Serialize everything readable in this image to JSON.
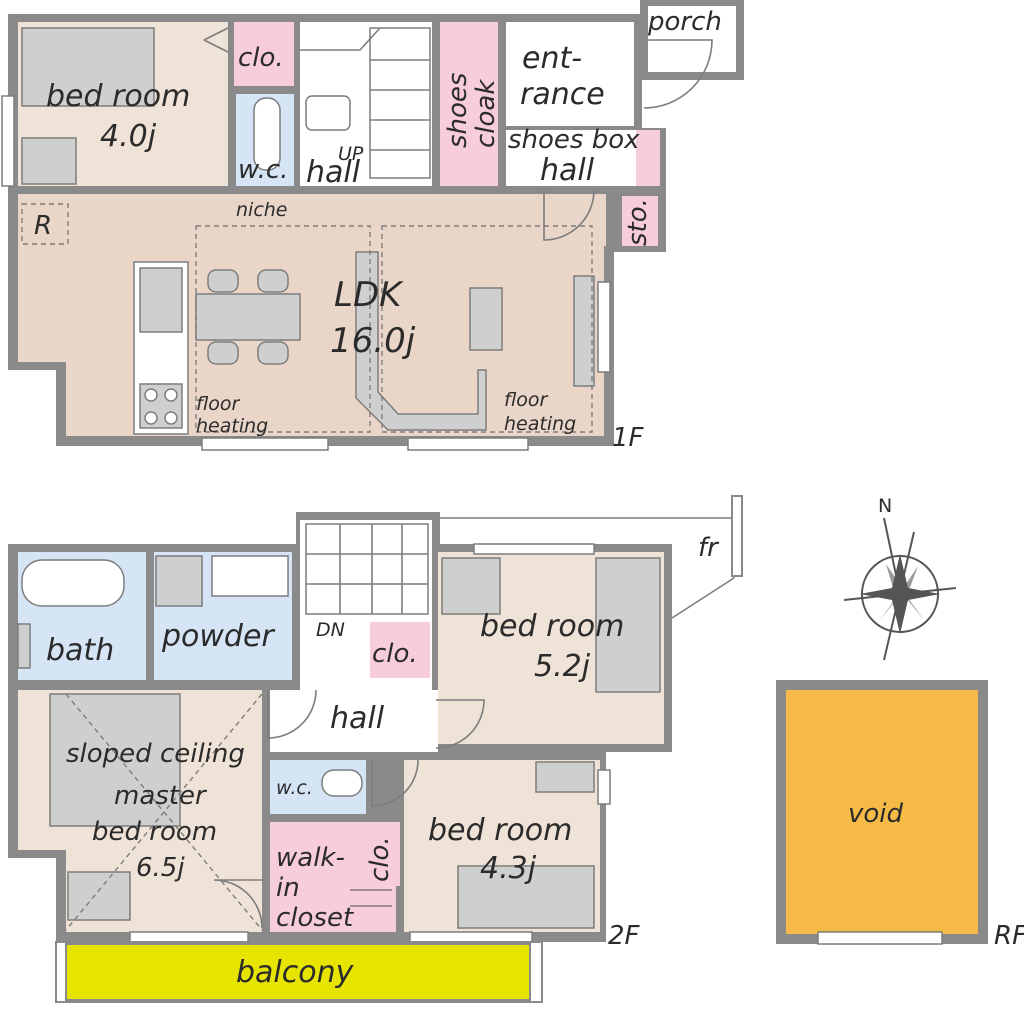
{
  "colors": {
    "bedroom": "#efe2d6",
    "ldk": "#ead6c8",
    "pink": "#f7ccdc",
    "blue": "#d5e5f6",
    "hall": "#ffffff",
    "wall": "#8a8a8a",
    "balcony": "#e7e400",
    "void": "#f6bb46",
    "compass": "#555555"
  },
  "floor1": {
    "label": "1F",
    "porch": "porch",
    "bedroom_name": "bed room",
    "bedroom_size": "4.0j",
    "clo": "clo.",
    "wc": "w.c.",
    "up": "UP",
    "hall_left": "hall",
    "shoes_cloak_1": "shoes",
    "shoes_cloak_2": "cloak",
    "entrance_1": "ent-",
    "entrance_2": "rance",
    "shoes_box": "shoes box",
    "hall_right": "hall",
    "niche": "niche",
    "r_mark": "R",
    "sto": "sto.",
    "ldk_name": "LDK",
    "ldk_size": "16.0j",
    "floor_heating_1a": "floor",
    "floor_heating_1b": "heating",
    "floor_heating_2a": "floor",
    "floor_heating_2b": "heating"
  },
  "floor2": {
    "label": "2F",
    "fr": "fr",
    "bath": "bath",
    "powder": "powder",
    "dn": "DN",
    "clo_1": "clo.",
    "bedroom_a_name": "bed room",
    "bedroom_a_size": "5.2j",
    "hall": "hall",
    "sloped": "sloped ceiling",
    "master_1": "master",
    "master_2": "bed room",
    "master_size": "6.5j",
    "wc": "w.c.",
    "clo_2": "clo.",
    "bedroom_b_name": "bed room",
    "bedroom_b_size": "4.3j",
    "walkin_1": "walk-",
    "walkin_2": "in",
    "walkin_3": "closet",
    "balcony": "balcony"
  },
  "roof": {
    "label": "RF",
    "void": "void"
  },
  "compass": {
    "north": "N"
  }
}
